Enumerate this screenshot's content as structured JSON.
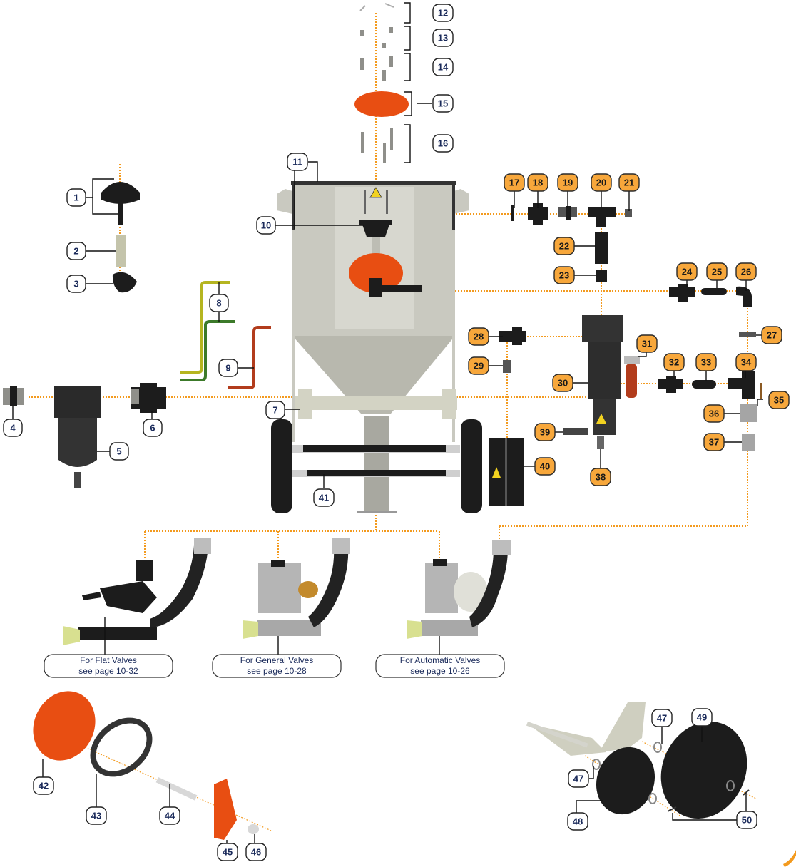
{
  "title": "Blast pot exploded parts diagram",
  "colors": {
    "callout_orange": "#f7a73b",
    "guide_line": "#f39a1e",
    "part_orange": "#e84e12",
    "tank": "#c9c9c0"
  },
  "callouts_white": [
    "1",
    "2",
    "3",
    "4",
    "5",
    "6",
    "7",
    "8",
    "9",
    "10",
    "11",
    "12",
    "13",
    "14",
    "15",
    "16",
    "41",
    "42",
    "43",
    "44",
    "45",
    "46",
    "47",
    "47",
    "48",
    "49",
    "50"
  ],
  "callouts_orange": [
    "17",
    "18",
    "19",
    "20",
    "21",
    "22",
    "23",
    "24",
    "25",
    "26",
    "27",
    "28",
    "29",
    "30",
    "31",
    "32",
    "33",
    "34",
    "35",
    "36",
    "37",
    "38",
    "39",
    "40"
  ],
  "valve_references": [
    {
      "line1": "For Flat Valves",
      "line2": "see page 10-32"
    },
    {
      "line1": "For General Valves",
      "line2": "see page 10-28"
    },
    {
      "line1": "For Automatic Valves",
      "line2": "see page 10-26"
    }
  ],
  "icons": {
    "warning": "warning-triangle-icon",
    "corner": "page-corner-swoosh-icon"
  }
}
